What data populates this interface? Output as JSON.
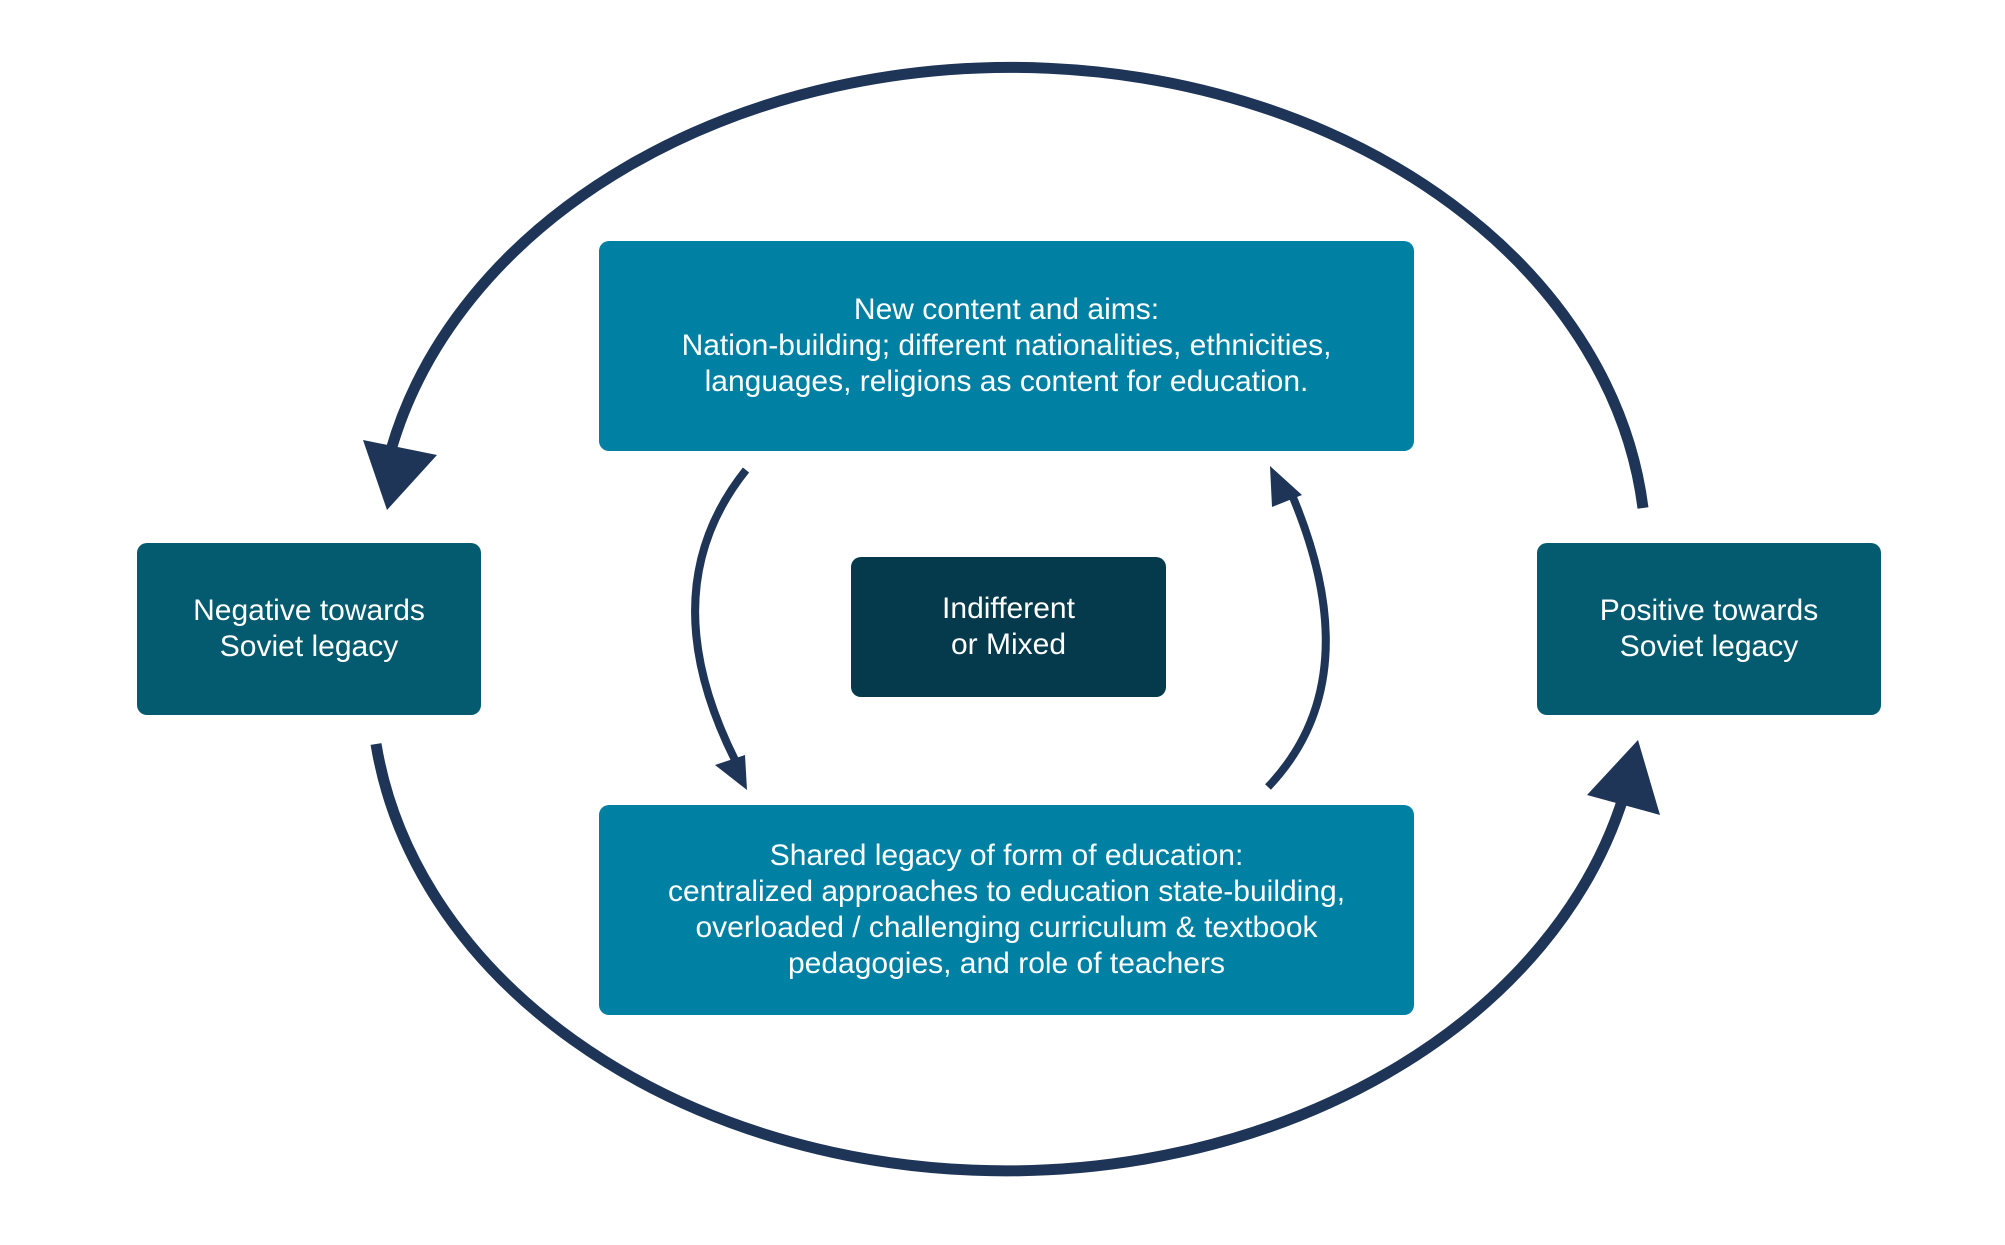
{
  "colors": {
    "arrow": "#1e3558",
    "content_box": "#0081a4",
    "attitude_box": "#045a6f",
    "center_box": "#043a4c"
  },
  "top_box": {
    "lines": [
      "New content and aims:",
      "Nation-building; different nationalities, ethnicities,",
      "languages, religions as content for education."
    ]
  },
  "bottom_box": {
    "lines": [
      "Shared legacy of form of education:",
      "centralized approaches to education state-building,",
      "overloaded / challenging curriculum & textbook",
      "pedagogies, and role of teachers"
    ]
  },
  "left_box": {
    "lines": [
      "Negative towards",
      "Soviet legacy"
    ]
  },
  "right_box": {
    "lines": [
      "Positive towards",
      "Soviet legacy"
    ]
  },
  "center_box": {
    "lines": [
      "Indifferent",
      "or Mixed"
    ]
  }
}
